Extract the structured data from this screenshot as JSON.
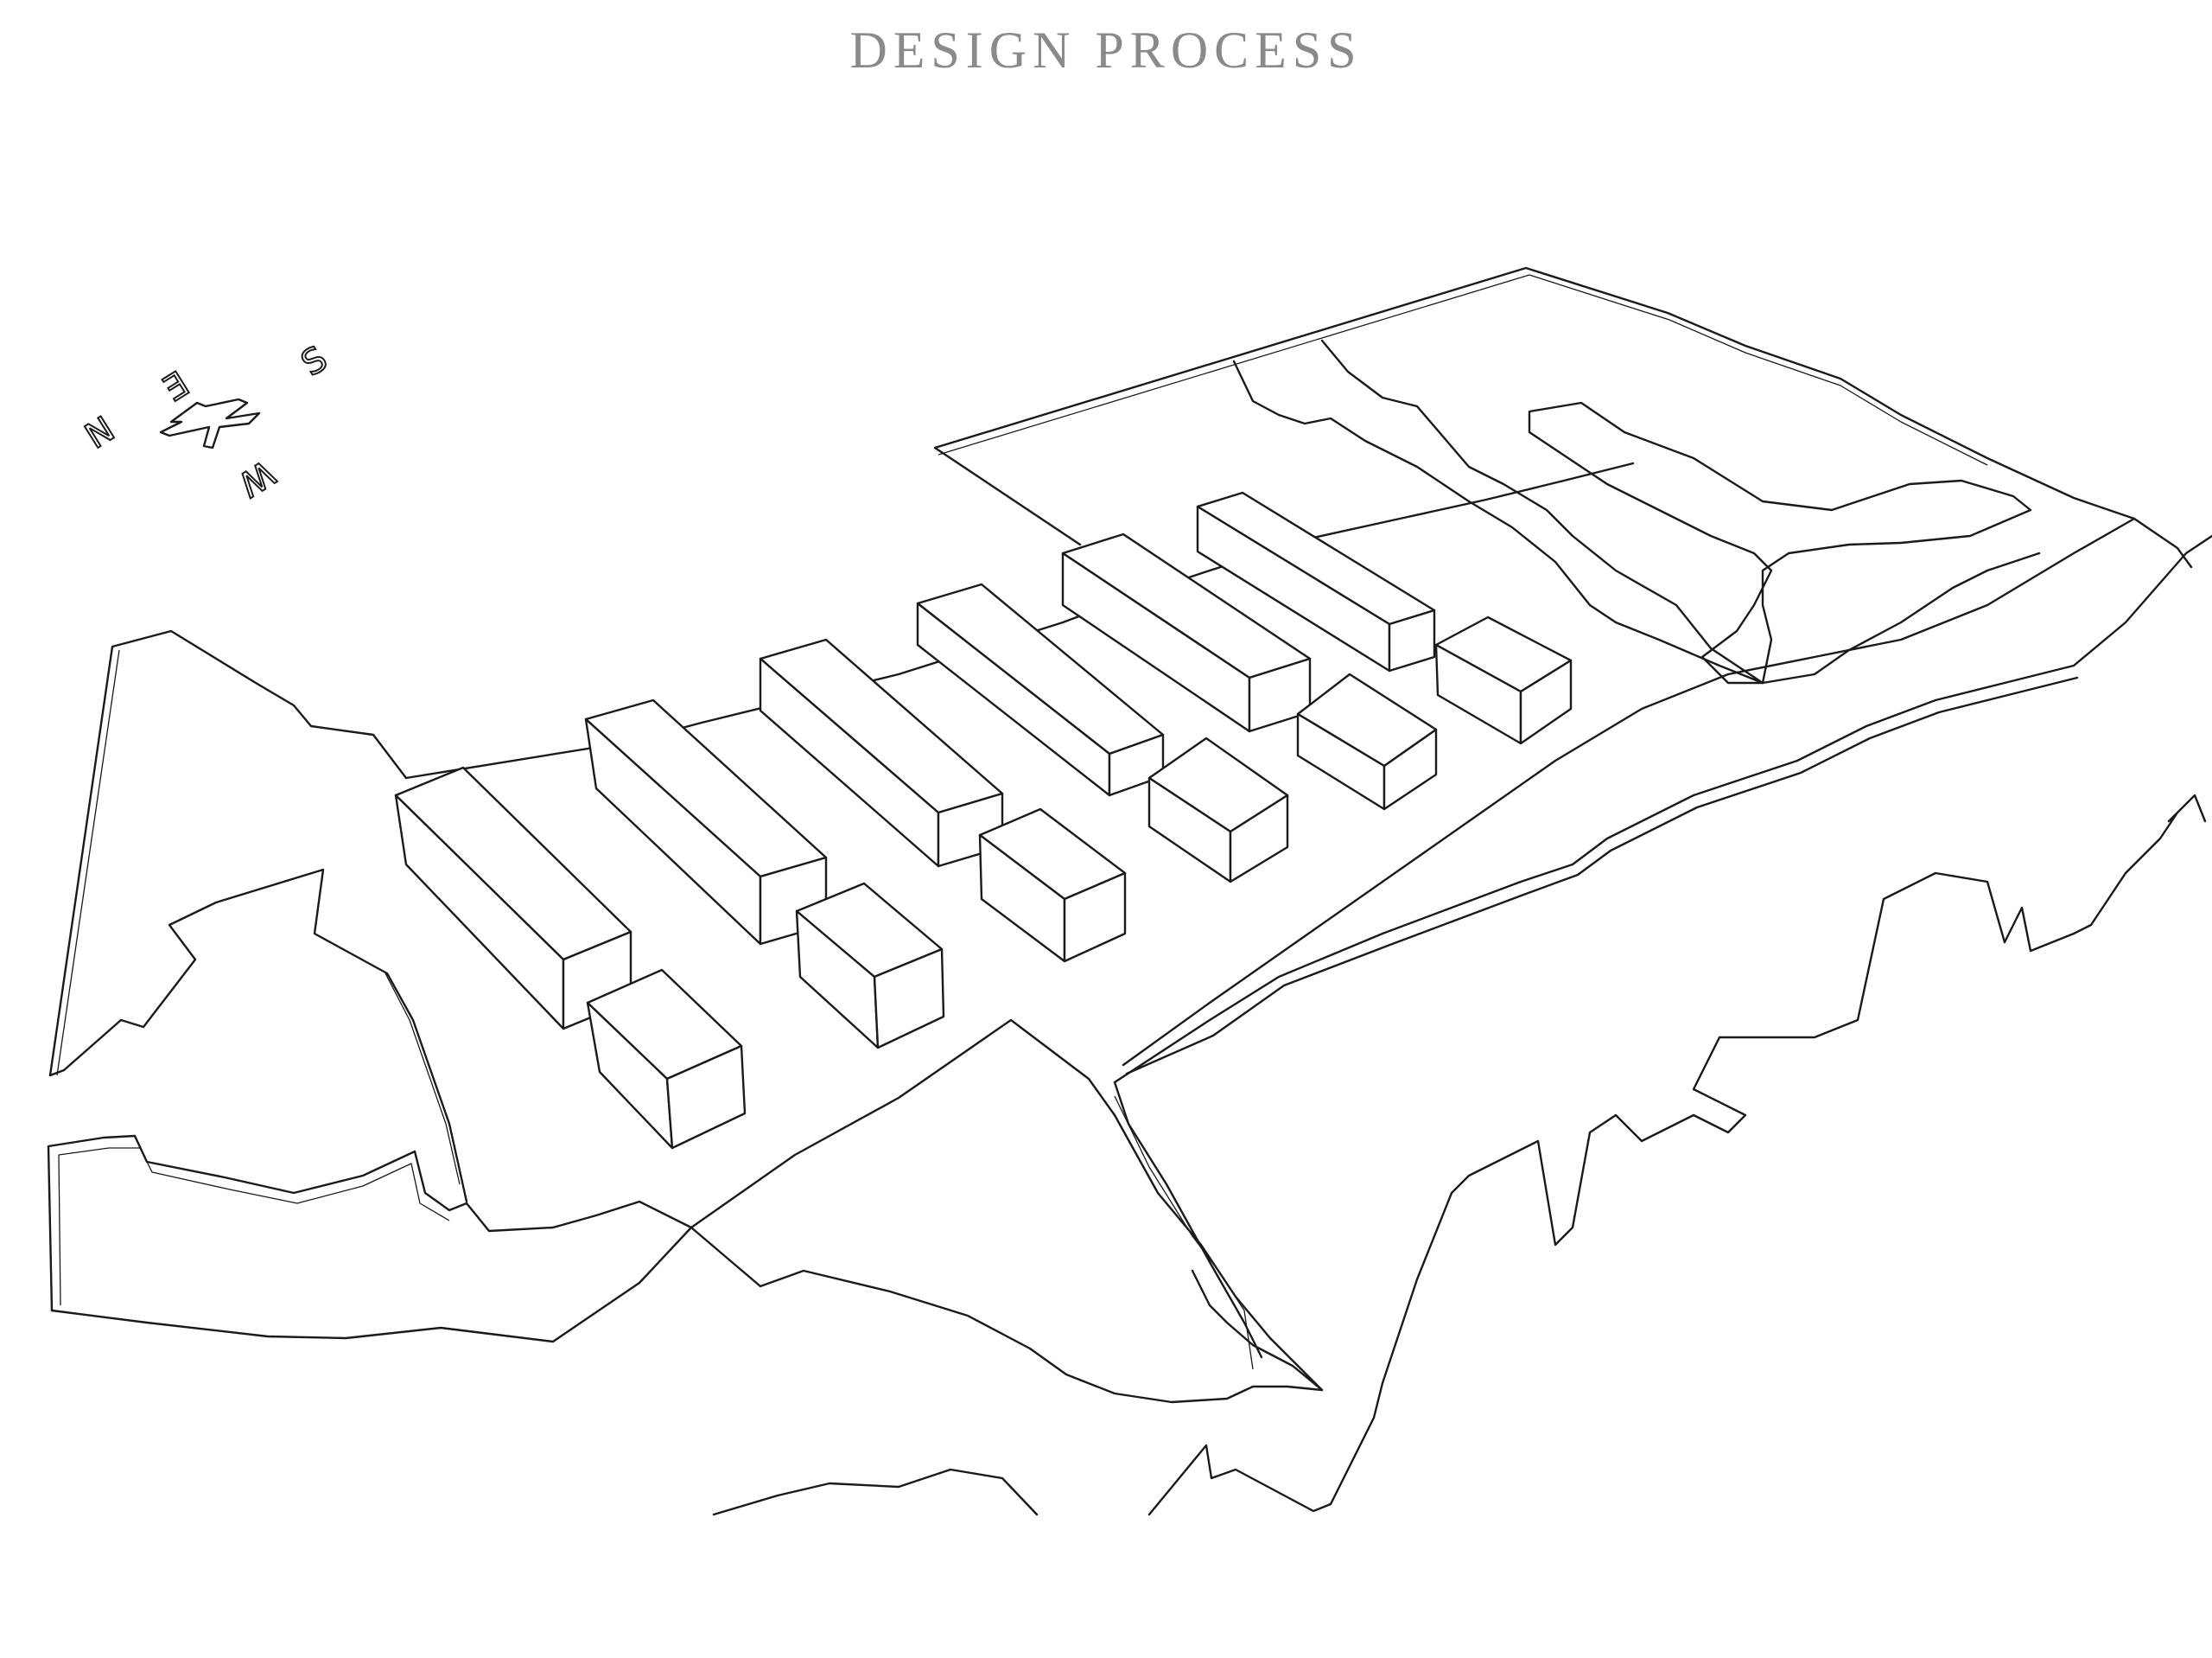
{
  "header": {
    "title": "DESIGN PROCESS"
  },
  "compass": {
    "north": "N",
    "east": "E",
    "south": "S",
    "west": "W"
  },
  "colors": {
    "background": "#ffffff",
    "line": "#1a1a1a",
    "title": "#8a8a8a"
  }
}
